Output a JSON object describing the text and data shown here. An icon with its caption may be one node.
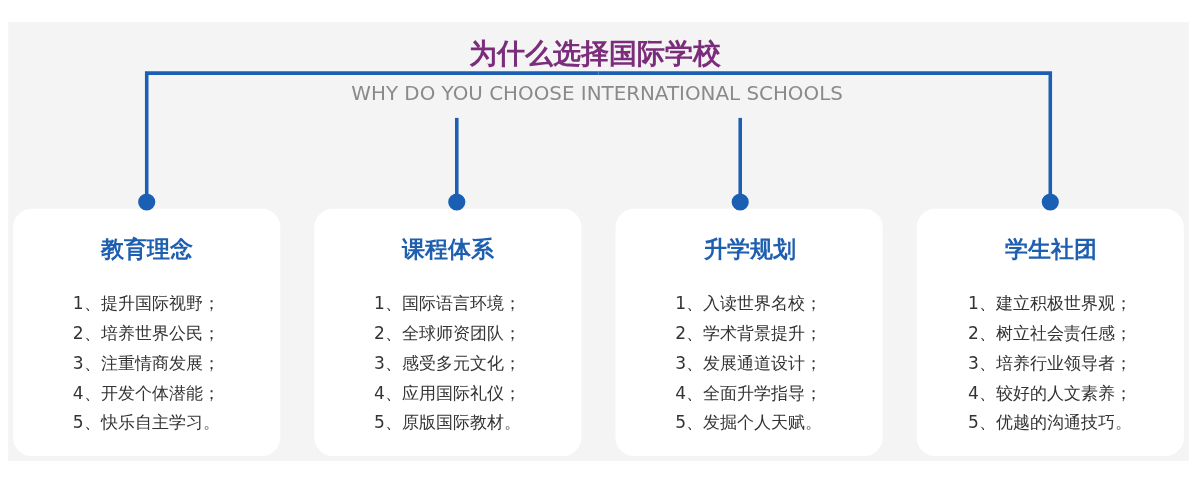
{
  "diagram": {
    "nodes": [
      {
        "text": [
          "为什么选择国际学校",
          "WHY DO YOU CHOOSE INTERNATIONAL SCHOOLS"
        ]
      },
      {
        "text": [
          "教育理念",
          "1、提升国际视野；",
          "2、培养世界公民；",
          "3、注重情商发展；",
          "4、开发个体潜能；",
          "5、快乐自主学习。"
        ]
      },
      {
        "text": [
          "课程体系",
          "1、国际语言环境；",
          "2、全球师资团队；",
          "3、感受多元文化；",
          "4、应用国际礼仪；",
          "5、原版国际教材。"
        ]
      },
      {
        "text": [
          "升学规划",
          "1、入读世界名校；",
          "2、学术背景提升；",
          "3、发展通道设计；",
          "4、全面升学指导；",
          "5、发掘个人天赋。"
        ]
      },
      {
        "text": [
          "学生社团",
          "1、建立积极世界观；",
          "2、树立社会责任感；",
          "3、培养行业领导者；",
          "4、较好的人文素养；",
          "5、优越的沟通技巧。"
        ]
      }
    ],
    "edges": [
      {
        "from": 0,
        "to": 1,
        "arrow": "other"
      },
      {
        "from": 0,
        "to": 2,
        "arrow": "other"
      },
      {
        "from": 0,
        "to": 3,
        "arrow": "other"
      },
      {
        "from": 0,
        "to": 4,
        "arrow": "other"
      }
    ]
  }
}
